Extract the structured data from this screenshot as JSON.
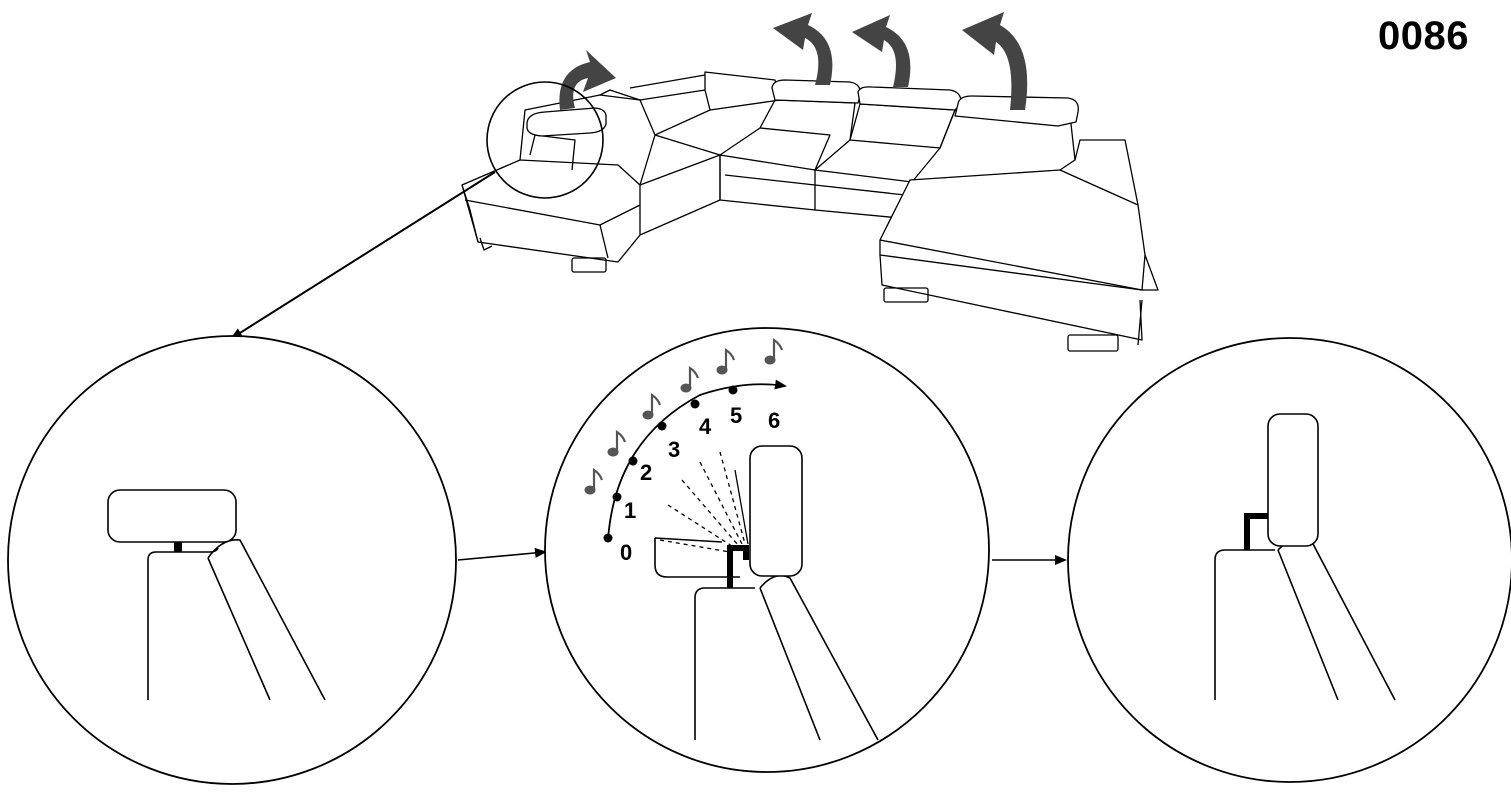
{
  "diagram": {
    "code": "0086",
    "notch_labels": [
      "0",
      "1",
      "2",
      "3",
      "4",
      "5",
      "6"
    ],
    "colors": {
      "line": "#000000",
      "arrow_fill": "#444444",
      "note_fill": "#555555",
      "background": "#ffffff"
    },
    "icons": [
      "curved-arrow-icon",
      "music-note-icon",
      "arrow-icon"
    ]
  }
}
